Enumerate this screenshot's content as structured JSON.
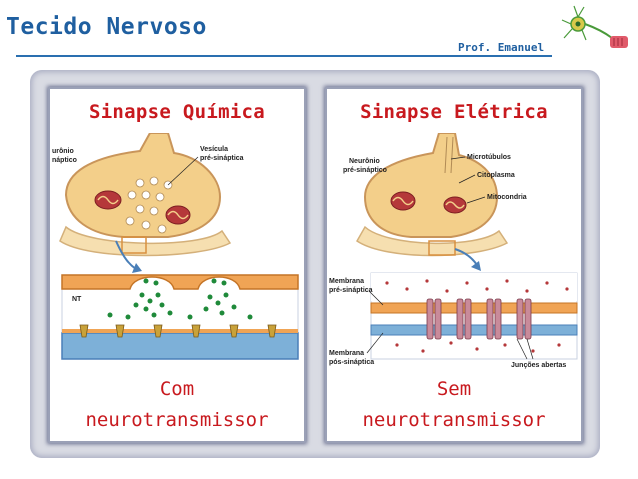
{
  "header": {
    "title": "Tecido Nervoso",
    "author": "Prof. Emanuel"
  },
  "colors": {
    "title_blue": "#1f5fa0",
    "heading_red": "#c8191e",
    "membrane_orange": "#f0a455",
    "vesicle_green": "#1f8a3a",
    "frame_gray": "#d9dbe3"
  },
  "logo": {
    "icon": "neuron-cell-icon"
  },
  "panels": [
    {
      "heading": "Sinapse Química",
      "caption_line1": "Com",
      "caption_line2": "neurotransmissor",
      "labels": {
        "neuron_pre": "urônio",
        "neuron_pre_2": "náptico",
        "vesicle": "Vesícula",
        "vesicle_2": "pré-sináptica",
        "nt": "NT"
      }
    },
    {
      "heading": "Sinapse Elétrica",
      "caption_line1": "Sem",
      "caption_line2": "neurotransmissor",
      "labels": {
        "neuron_pre": "Neurônio",
        "neuron_pre_2": "pré-sináptico",
        "microtubules": "Microtúbulos",
        "cytoplasm": "Citoplasma",
        "mitochondria": "Mitocondria",
        "membrane_pre": "Membrana",
        "membrane_pre_2": "pré-sináptica",
        "membrane_post": "Membrana",
        "membrane_post_2": "pós-sináptica",
        "gap_junctions": "Junções abertas"
      }
    }
  ]
}
